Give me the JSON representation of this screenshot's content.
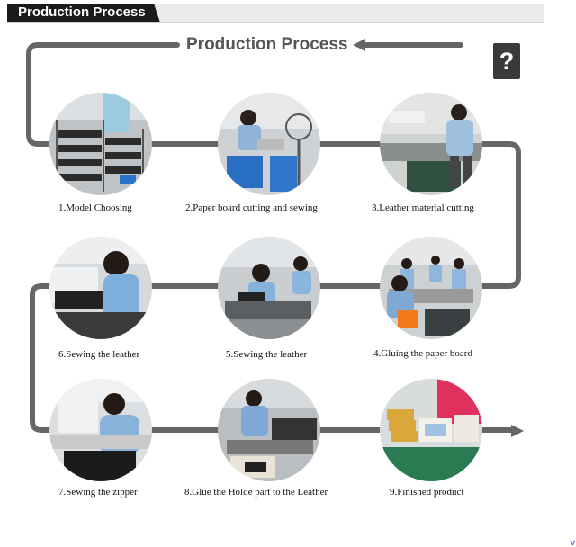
{
  "header": {
    "tab_label": "Production Process"
  },
  "title": "Production Process",
  "help_glyph": "?",
  "steps": [
    {
      "label": "1.Model Choosing"
    },
    {
      "label": "2.Paper board cutting and sewing"
    },
    {
      "label": "3.Leather material cutting"
    },
    {
      "label": "4.Gluing the paper board"
    },
    {
      "label": "5.Sewing the leather"
    },
    {
      "label": "6.Sewing the leather"
    },
    {
      "label": "7.Sewing the zipper"
    },
    {
      "label": "8.Glue the Holde part to the Leather"
    },
    {
      "label": "9.Finished product"
    }
  ],
  "corner_mark": "v",
  "colors": {
    "connector": "#666666",
    "header_tab": "#1a1a1a",
    "title": "#555555"
  }
}
